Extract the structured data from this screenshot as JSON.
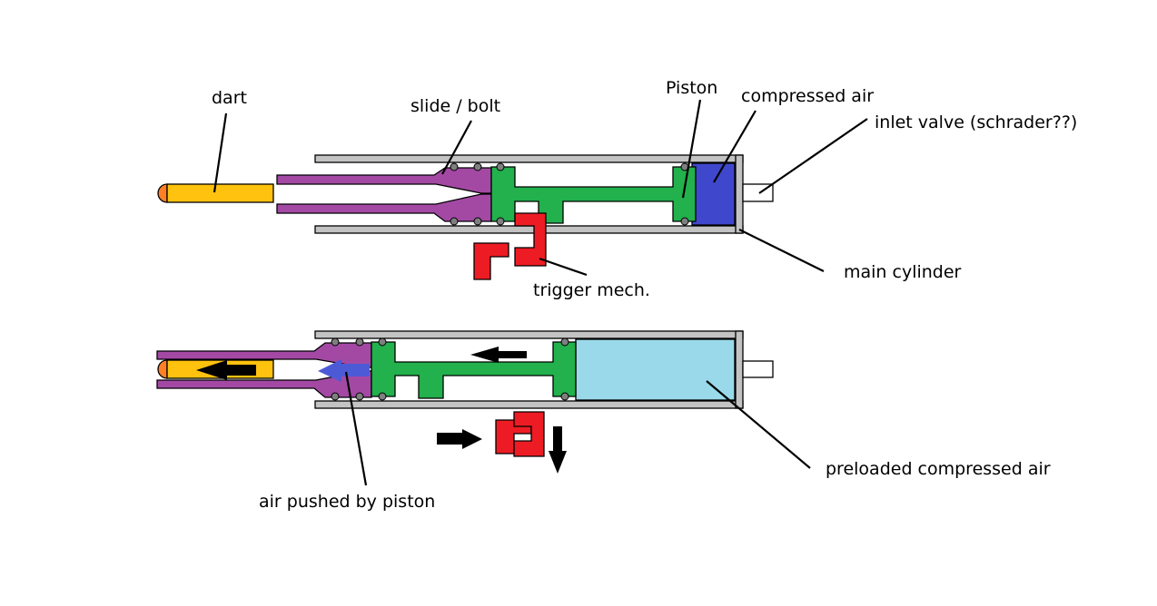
{
  "colors": {
    "cylinder_wall": "#c3c3c3",
    "dart_body": "#ffc20e",
    "dart_tip": "#ff7f27",
    "slide": "#a349a4",
    "piston": "#22b14c",
    "compressed_air": "#3f48cc",
    "preloaded_air": "#99d9ea",
    "trigger": "#ed1c24",
    "air_arrow": "#4d5ad6",
    "arrow": "#000000"
  },
  "labels": {
    "dart": "dart",
    "slide_bolt": "slide / bolt",
    "piston": "Piston",
    "compressed_air": "compressed air",
    "inlet_valve": "inlet valve (schrader??)",
    "main_cylinder": "main cylinder",
    "trigger_mech": "trigger mech.",
    "air_pushed": "air pushed by piston",
    "preloaded_air": "preloaded compressed air"
  }
}
